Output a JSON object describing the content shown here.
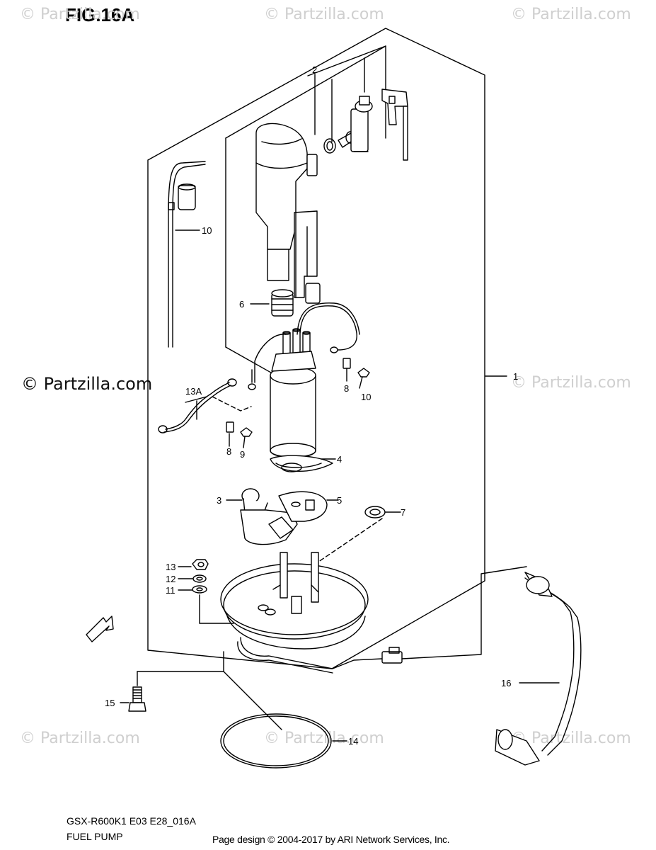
{
  "figure": {
    "title": "FIG.16A"
  },
  "watermarks": {
    "text": "© Partzilla.com",
    "featured": "© Partzilla.com"
  },
  "callouts": [
    "1",
    "2",
    "3",
    "4",
    "5",
    "6",
    "7",
    "8",
    "8",
    "9",
    "10",
    "10",
    "11",
    "12",
    "13",
    "13A",
    "14",
    "15",
    "16"
  ],
  "footer": {
    "model_code": "GSX-R600K1 E03 E28_016A",
    "diagram_name": "FUEL PUMP",
    "page_credit": "Page design © 2004-2017 by ARI Network Services, Inc."
  },
  "icons": {
    "fwd_arrow": "FWD",
    "fwd_arrow_name": "fwd-arrow-icon"
  }
}
